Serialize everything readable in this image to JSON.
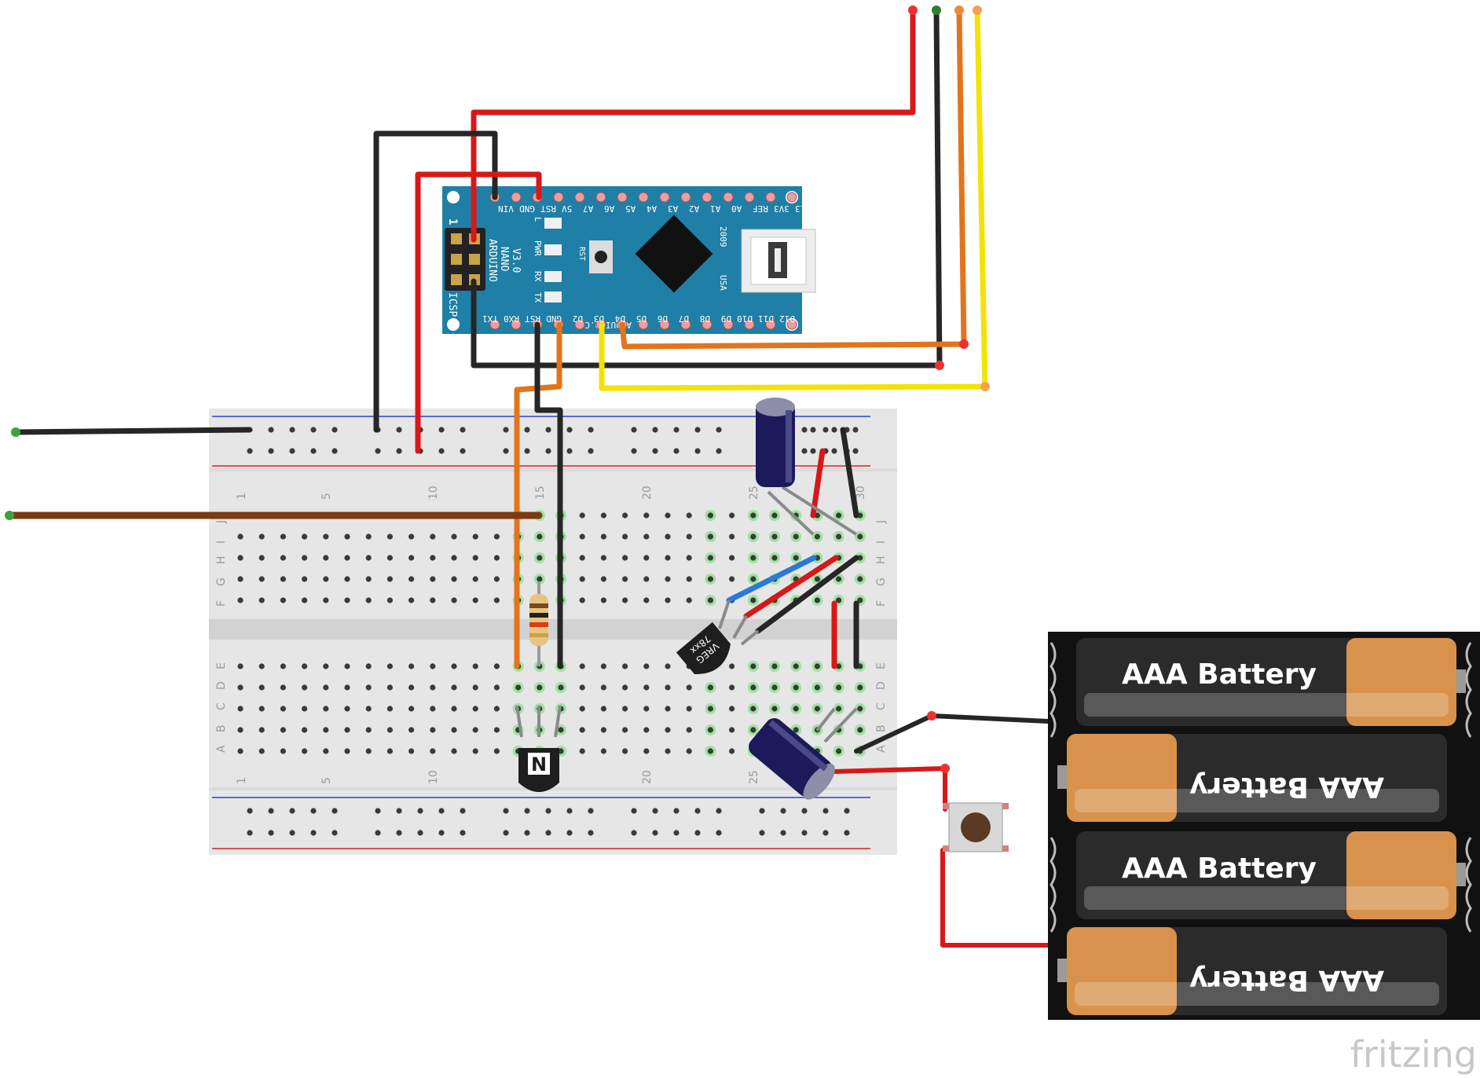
{
  "watermark": "fritzing",
  "arduino": {
    "model_line1": "ARDUINO",
    "model_line2": "NANO",
    "model_line3": "V3.0",
    "site": "ARDUINO.CC",
    "year": "2009",
    "country": "USA",
    "rst_button_label": "RST",
    "icsp_label": "ICSP",
    "icsp_pin1": "1",
    "led_labels": [
      "L",
      "PWR",
      "RX",
      "TX"
    ],
    "top_pins": [
      "VIN",
      "GND",
      "RST",
      "5V",
      "A7",
      "A6",
      "A5",
      "A4",
      "A3",
      "A2",
      "A1",
      "A0",
      "REF",
      "3V3",
      "D13"
    ],
    "bottom_pins": [
      "TX1",
      "RX0",
      "RST",
      "GND",
      "D2",
      "D3",
      "D4",
      "D5",
      "D6",
      "D7",
      "D8",
      "D9",
      "D10",
      "D11",
      "D12"
    ]
  },
  "breadboard": {
    "column_numbers": [
      "1",
      "5",
      "10",
      "15",
      "20",
      "25",
      "30"
    ],
    "row_letters_top": [
      "J",
      "I",
      "H",
      "G",
      "F"
    ],
    "row_letters_bottom": [
      "E",
      "D",
      "C",
      "B",
      "A"
    ]
  },
  "transistor": {
    "marking": "N"
  },
  "regulator": {
    "line1": "78xx",
    "line2": "VREG"
  },
  "battery_pack": {
    "cell_labels": [
      "AAA Battery",
      "AAA Battery",
      "AAA Battery",
      "AAA Battery"
    ]
  },
  "colors": {
    "arduino_board": "#1f7fa6",
    "breadboard": "#e6e6e6",
    "wire_red": "#d81818",
    "wire_black": "#262626",
    "wire_orange": "#e2741c",
    "wire_yellow": "#f4e200",
    "wire_brown": "#7b3a10",
    "wire_blue": "#2a78d8",
    "battery_body": "#2b2b2b",
    "battery_cap": "#d8924c"
  }
}
